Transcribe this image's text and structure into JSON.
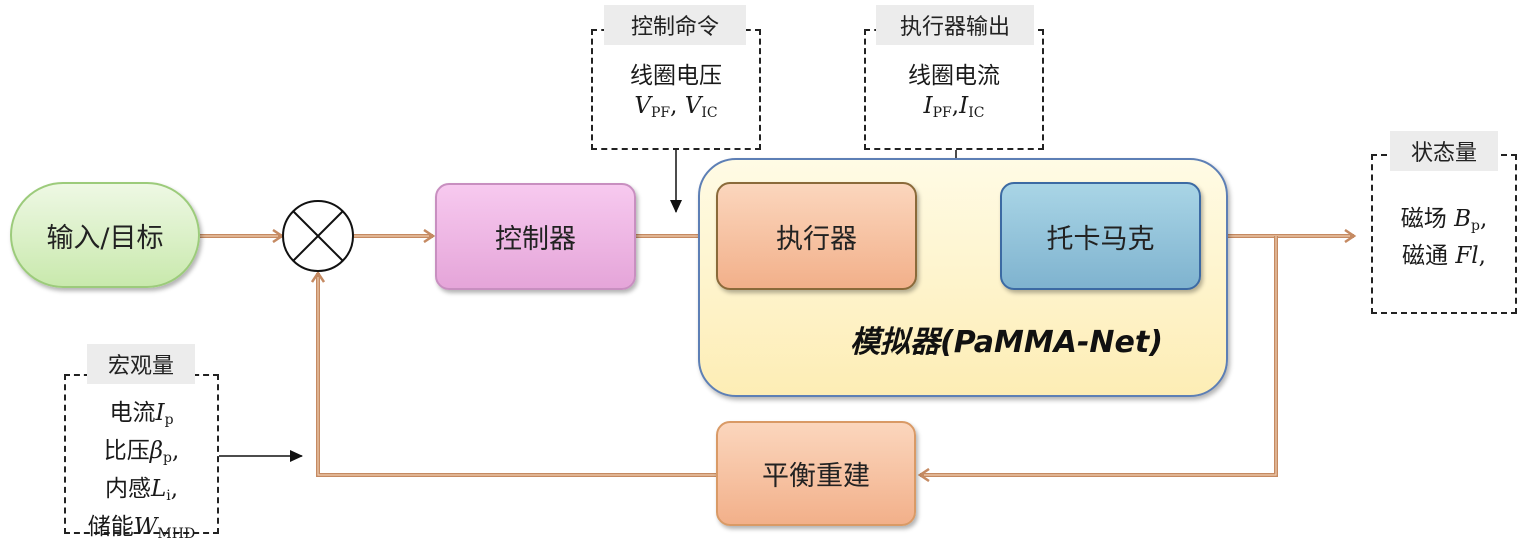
{
  "blocks": {
    "input": "输入/目标",
    "controller": "控制器",
    "actuator": "执行器",
    "tokamak": "托卡马克",
    "equilibrium": "平衡重建"
  },
  "simulator": {
    "label": "模拟器(PaMMA-Net)"
  },
  "control_command": {
    "title": "控制命令",
    "text": "线圈电压",
    "v1": "V",
    "v1_sub": "PF",
    "sep": ", ",
    "v2": "V",
    "v2_sub": "IC"
  },
  "actuator_output": {
    "title": "执行器输出",
    "text": "线圈电流",
    "v1": "I",
    "v1_sub": "PF",
    "sep": ",",
    "v2": "I",
    "v2_sub": "IC"
  },
  "state": {
    "title": "状态量",
    "line1_text": "磁场 ",
    "line1_var": "B",
    "line1_sub": "p",
    "line1_tail": ",",
    "line2_text": "磁通 ",
    "line2_var": "Fl",
    "line2_tail": ","
  },
  "macro": {
    "title": "宏观量",
    "l1_text": "电流",
    "l1_var": "I",
    "l1_sub": "p",
    "l2_text": "比压",
    "l2_var": "β",
    "l2_sub": "p",
    "l2_tail": ",",
    "l3_text": "内感",
    "l3_var": "L",
    "l3_sub": "i",
    "l3_tail": ",",
    "l4_text": "储能",
    "l4_var": "W",
    "l4_sub": "MHD"
  },
  "colors": {
    "wire": "#c58a62",
    "wire_light": "#f0cdb0",
    "arrow_black": "#111111"
  }
}
